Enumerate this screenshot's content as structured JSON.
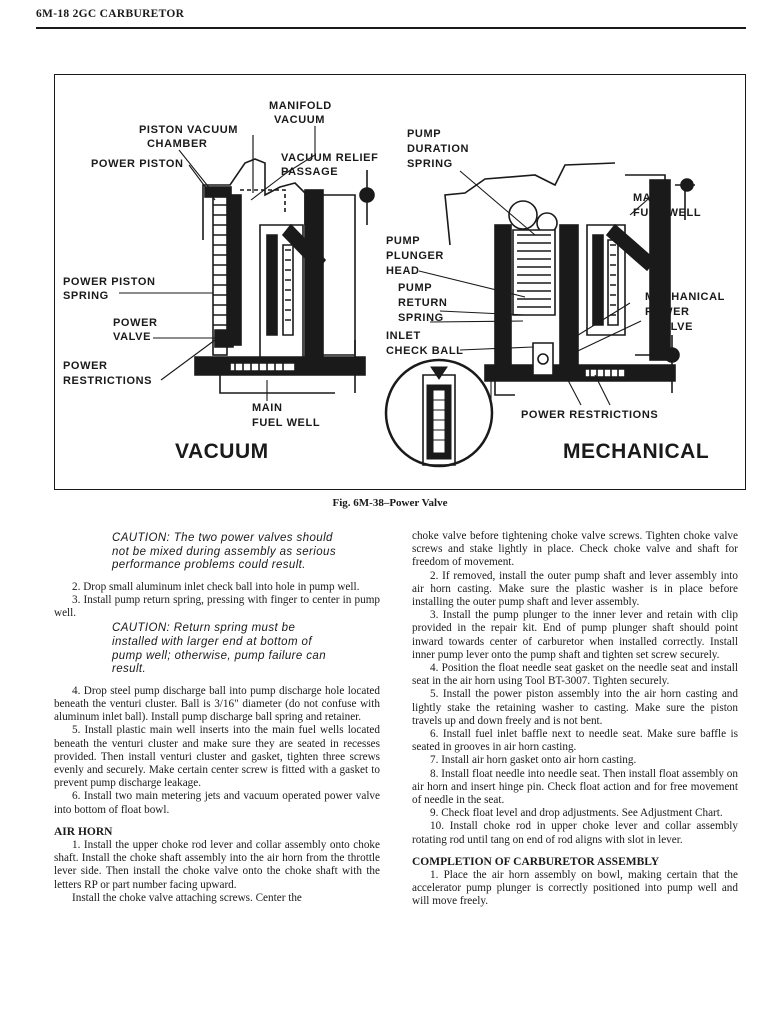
{
  "header": {
    "title": "6M-18  2GC CARBURETOR"
  },
  "figure": {
    "labels": {
      "manifold_vacuum_1": "MANIFOLD",
      "manifold_vacuum_2": "VACUUM",
      "piston_vacuum_chamber_1": "PISTON VACUUM",
      "piston_vacuum_chamber_2": "CHAMBER",
      "power_piston": "POWER PISTON",
      "vacuum_relief_passage_1": "VACUUM RELIEF",
      "vacuum_relief_passage_2": "PASSAGE",
      "power_piston_spring_1": "POWER PISTON",
      "power_piston_spring_2": "SPRING",
      "power_valve_1": "POWER",
      "power_valve_2": "VALVE",
      "power_restrictions_1": "POWER",
      "power_restrictions_2": "RESTRICTIONS",
      "main_fuel_well_1": "MAIN",
      "main_fuel_well_2": "FUEL WELL",
      "pump_duration_spring_1": "PUMP",
      "pump_duration_spring_2": "DURATION",
      "pump_duration_spring_3": "SPRING",
      "pump_plunger_head_1": "PUMP",
      "pump_plunger_head_2": "PLUNGER",
      "pump_plunger_head_3": "HEAD",
      "pump_return_spring_1": "PUMP",
      "pump_return_spring_2": "RETURN",
      "pump_return_spring_3": "SPRING",
      "inlet_check_ball_1": "INLET",
      "inlet_check_ball_2": "CHECK BALL",
      "right_main_fuel_well_1": "MAIN",
      "right_main_fuel_well_2": "FUEL WELL",
      "mechanical_power_valve_1": "MECHANICAL",
      "mechanical_power_valve_2": "POWER",
      "mechanical_power_valve_3": "VALVE",
      "right_power_restrictions": "POWER RESTRICTIONS",
      "vacuum_title": "VACUUM",
      "mechanical_title": "MECHANICAL"
    },
    "caption": "Fig. 6M-38–Power Valve"
  },
  "left_column": {
    "caution1": "CAUTION: The two power valves should not be mixed during assembly as serious performance problems could result.",
    "p2": "2. Drop small aluminum inlet check ball into hole in pump well.",
    "p3": "3. Install pump return spring, pressing with finger to center in pump well.",
    "caution2": "CAUTION: Return spring must be installed with larger end at bottom of pump well; otherwise, pump failure can result.",
    "p4": "4. Drop steel pump discharge ball into pump discharge hole located beneath the venturi cluster. Ball is 3/16\" diameter (do not confuse with aluminum inlet ball). Install pump discharge ball spring and retainer.",
    "p5": "5. Install plastic main well inserts into the main fuel wells located beneath the venturi cluster and make sure they are seated in recesses provided. Then install venturi cluster and gasket, tighten three screws evenly and securely. Make certain center screw is fitted with a gasket to prevent pump discharge leakage.",
    "p6": "6. Install two main metering jets and vacuum operated power valve into bottom of float bowl.",
    "air_horn_heading": "AIR HORN",
    "ah1": "1. Install the upper choke rod lever and collar assembly onto choke shaft. Install the choke shaft assembly into the air horn from the throttle lever side. Then install the choke valve onto the choke shaft with the letters RP or part number facing upward.",
    "ah_cont": "Install the choke valve attaching screws. Center the"
  },
  "right_column": {
    "cont": "choke valve before tightening choke valve screws. Tighten choke valve screws and stake lightly in place. Check choke valve and shaft for freedom of movement.",
    "r2": "2. If removed, install the outer pump shaft and lever assembly into air horn casting. Make sure the plastic washer is in place before installing the outer pump shaft and lever assembly.",
    "r3": "3. Install the pump plunger to the inner lever and retain with clip provided in the repair kit. End of pump plunger shaft should point inward towards center of carburetor when installed correctly. Install inner pump lever onto the pump shaft and tighten set screw securely.",
    "r4": "4. Position the float needle seat gasket on the needle seat and install seat in the air horn using Tool BT-3007. Tighten securely.",
    "r5": "5. Install the power piston assembly into the air horn casting and lightly stake the retaining washer to casting. Make sure the piston travels up and down freely and is not bent.",
    "r6": "6. Install fuel inlet baffle next to needle seat. Make sure baffle is seated in grooves in air horn casting.",
    "r7": "7. Install air horn gasket onto air horn casting.",
    "r8": "8. Install float needle into needle seat. Then install float assembly on air horn and insert hinge pin. Check float action and for free movement of needle in the seat.",
    "r9": "9. Check float level and drop adjustments. See Adjustment Chart.",
    "r10": "10. Install choke rod in upper choke lever and collar assembly rotating rod until tang on end of rod aligns with slot in lever.",
    "completion_heading": "COMPLETION OF CARBURETOR ASSEMBLY",
    "c1": "1. Place the air horn assembly on bowl, making certain that the accelerator pump plunger is correctly positioned into pump well and will move freely."
  }
}
